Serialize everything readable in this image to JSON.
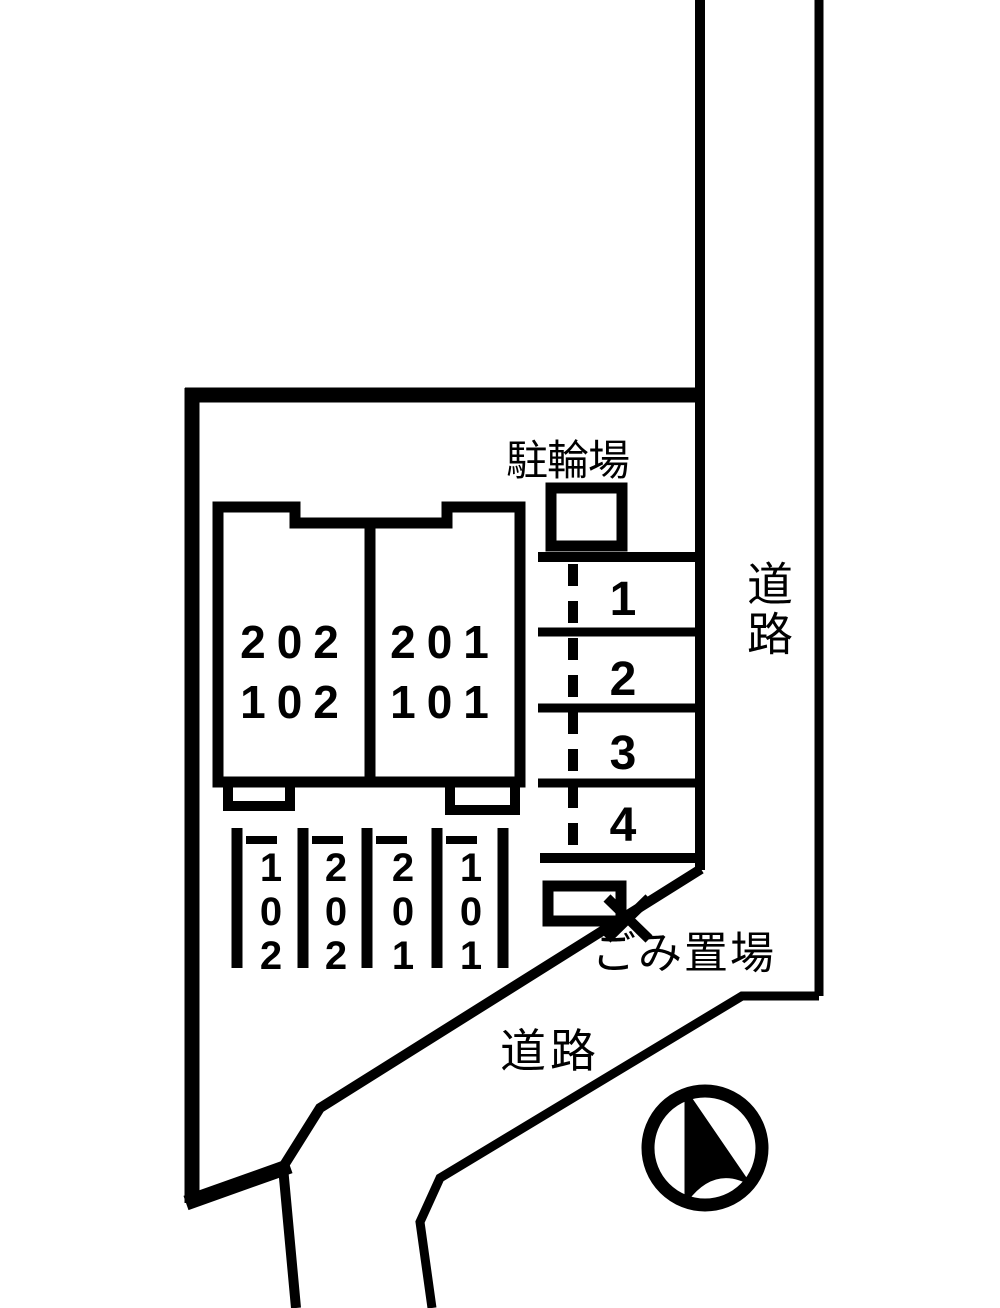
{
  "diagram_type": "property-site-plan",
  "colors": {
    "line": "#000000",
    "background": "#ffffff"
  },
  "building": {
    "units": [
      {
        "upper": "202",
        "lower": "102"
      },
      {
        "upper": "201",
        "lower": "101"
      }
    ]
  },
  "bicycle_parking": {
    "label": "駐輪場"
  },
  "parking": {
    "spaces": [
      "1",
      "2",
      "3",
      "4"
    ],
    "stalls": [
      "102",
      "202",
      "201",
      "101"
    ]
  },
  "garbage": {
    "label": "ごみ置場"
  },
  "roads": {
    "right_label": "道路",
    "bottom_label": "道路"
  }
}
